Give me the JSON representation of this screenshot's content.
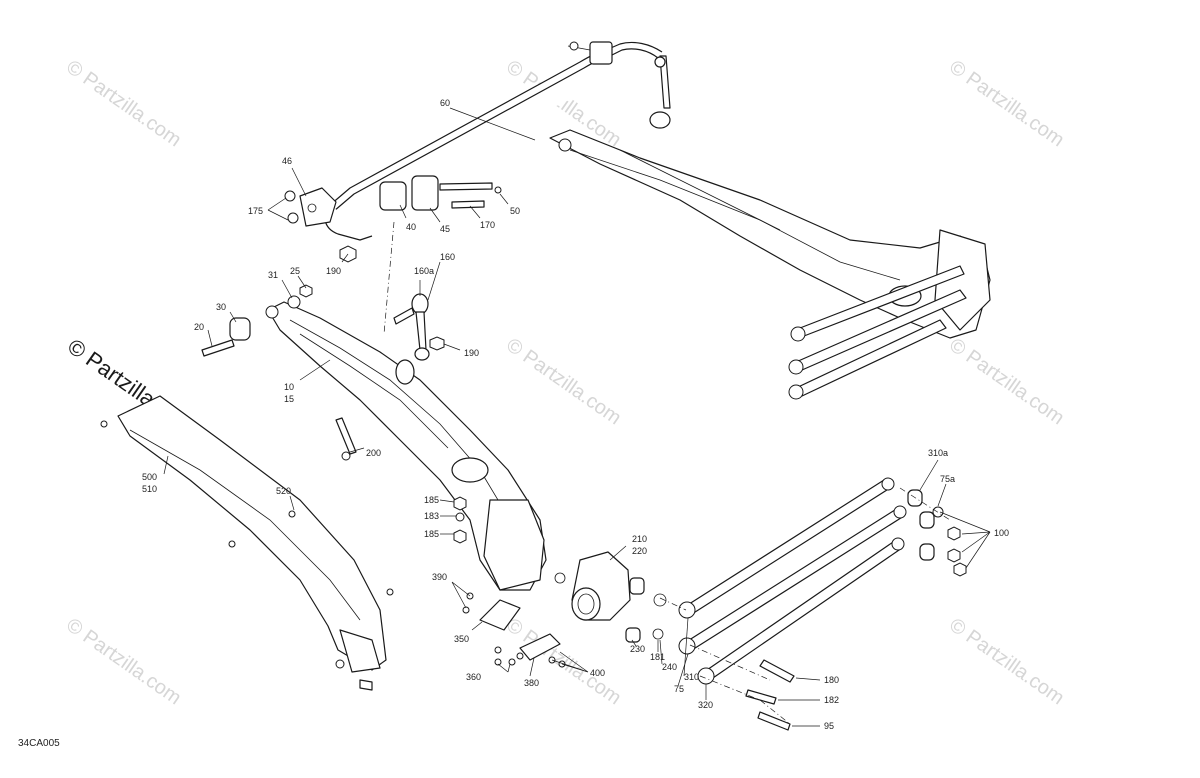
{
  "watermark": {
    "text": "© Partzilla.com",
    "copy_symbol": "©",
    "site": "Partzilla.com"
  },
  "reference_code": "34CA005",
  "callouts": {
    "c60": "60",
    "c46": "46",
    "c175": "175",
    "c40": "40",
    "c45": "45",
    "c170": "170",
    "c50": "50",
    "c190a": "190",
    "c160": "160",
    "c160a": "160a",
    "c31": "31",
    "c25": "25",
    "c30": "30",
    "c20": "20",
    "c190b": "190",
    "c10": "10",
    "c15": "15",
    "c200": "200",
    "c500": "500",
    "c510": "510",
    "c520": "520",
    "c185a": "185",
    "c183": "183",
    "c185b": "185",
    "c210": "210",
    "c220": "220",
    "c390": "390",
    "c350": "350",
    "c360": "360",
    "c380": "380",
    "c400": "400",
    "c230": "230",
    "c181": "181",
    "c240": "240",
    "c310": "310",
    "c75": "75",
    "c320": "320",
    "c180": "180",
    "c182": "182",
    "c95": "95",
    "c310a": "310a",
    "c75a": "75a",
    "c100": "100"
  }
}
